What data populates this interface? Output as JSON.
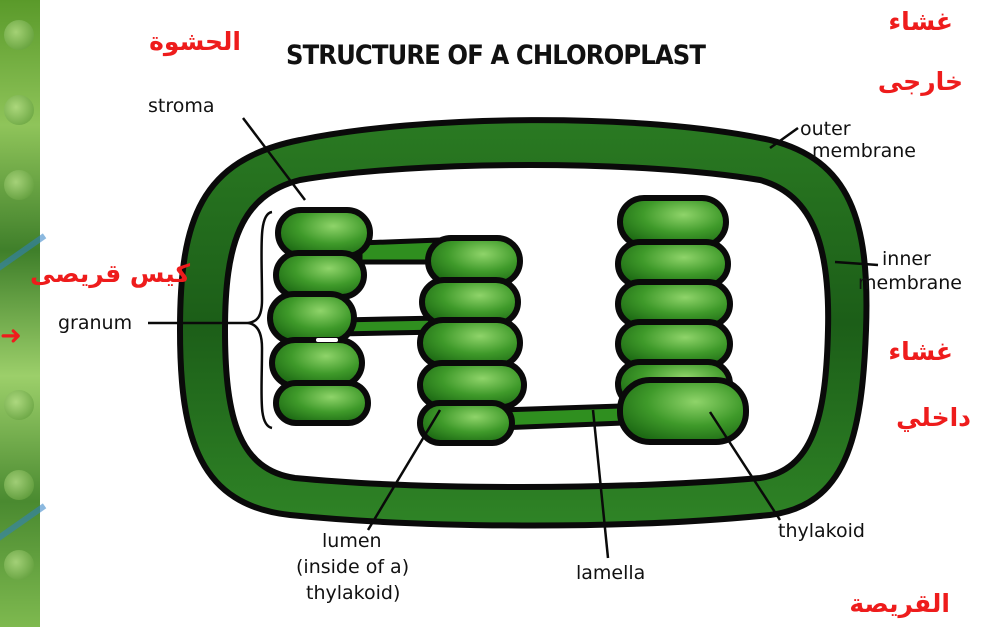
{
  "title": "STRUCTURE OF A CHLOROPLAST",
  "labels": {
    "stroma": "stroma",
    "outer_membrane_1": "outer",
    "outer_membrane_2": "membrane",
    "inner_membrane_1": "inner",
    "inner_membrane_2": "membrane",
    "granum": "granum",
    "lumen_1": "lumen",
    "lumen_2": "(inside of a)",
    "lumen_3": "thylakoid)",
    "lamella": "lamella",
    "thylakoid": "thylakoid"
  },
  "arabic_labels": {
    "stroma": "الحشوة",
    "outer_membrane_1": "غشاء",
    "outer_membrane_2": "خارجى",
    "granum": "كيس قريصى",
    "inner_membrane_1": "غشاء",
    "inner_membrane_2": "داخلي",
    "thylakoid": "القريصة"
  },
  "colors": {
    "membrane_green": "#1f6b1f",
    "thylakoid_green": "#2f8f1f",
    "highlight_green": "#8fd46a",
    "outline": "#0a0a0a",
    "arabic_red": "#ee1c1c"
  }
}
